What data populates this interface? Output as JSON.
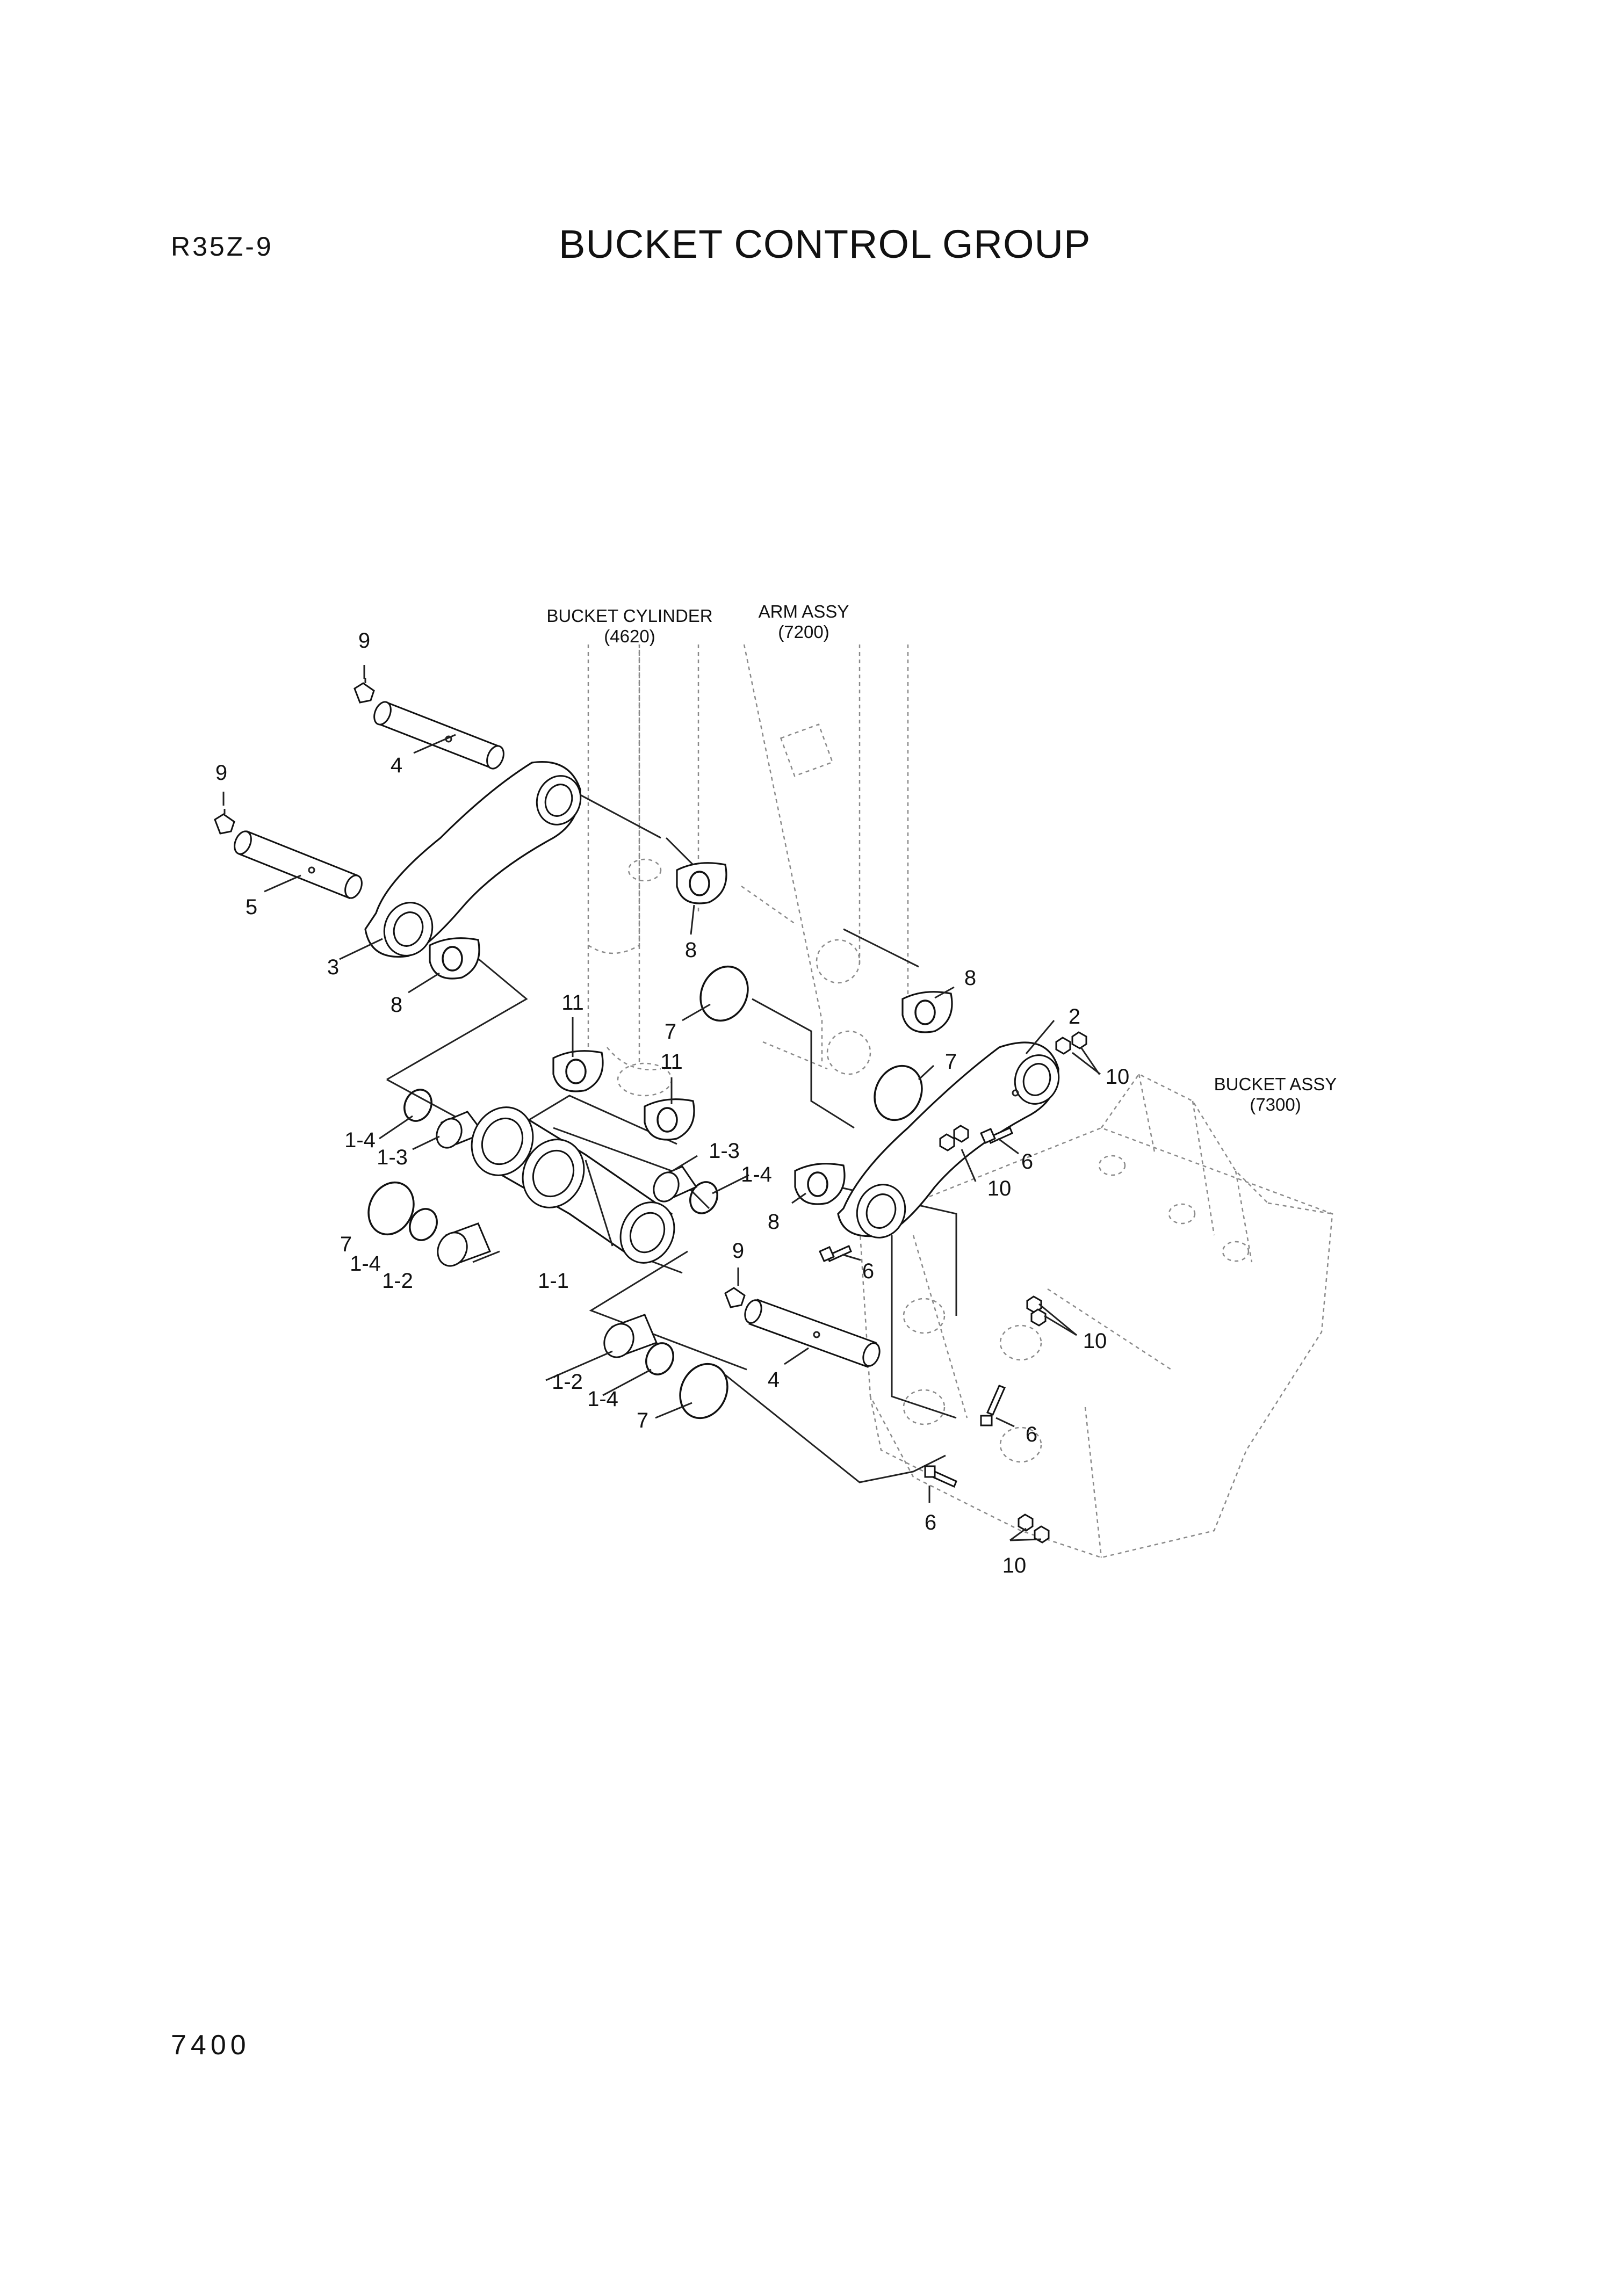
{
  "header": {
    "model": "R35Z-9",
    "title": "BUCKET CONTROL GROUP"
  },
  "page_number": "7400",
  "references": {
    "bucket_cylinder": {
      "name": "BUCKET CYLINDER",
      "code": "(4620)"
    },
    "arm_assy": {
      "name": "ARM ASSY",
      "code": "(7200)"
    },
    "bucket_assy": {
      "name": "BUCKET ASSY",
      "code": "(7300)"
    }
  },
  "callouts": [
    "9",
    "4",
    "9",
    "5",
    "3",
    "8",
    "8",
    "11",
    "7",
    "11",
    "1-4",
    "1-3",
    "7",
    "1-4",
    "1-2",
    "1-1",
    "1-3",
    "1-4",
    "8",
    "8",
    "2",
    "7",
    "10",
    "6",
    "10",
    "6",
    "9",
    "10",
    "4",
    "1-2",
    "1-4",
    "7",
    "6",
    "6",
    "10"
  ]
}
